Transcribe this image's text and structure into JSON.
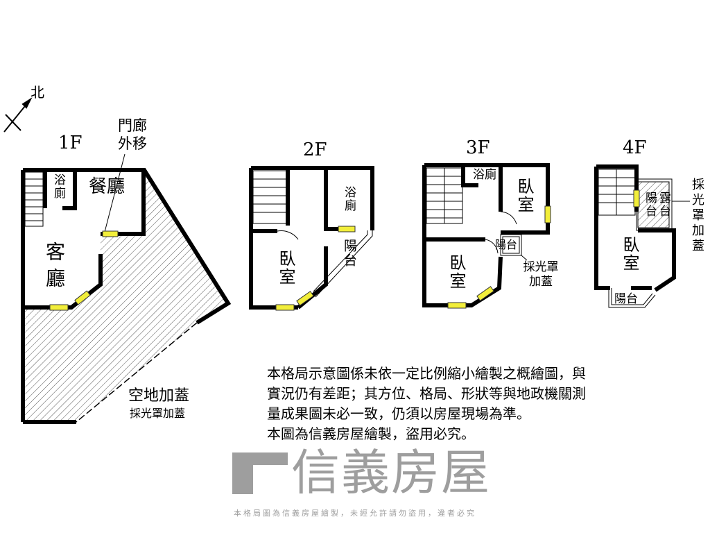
{
  "compass": {
    "north_label": "北"
  },
  "watermark": {
    "brand": "信義房屋",
    "notice": "本格局圖為信義房屋繪製，未經允許請勿盜用，違者必究"
  },
  "floors": [
    {
      "label": "1F",
      "rooms": [
        "浴廁",
        "餐廳",
        "客廳"
      ],
      "annotations": [
        "門廊外移",
        "空地加蓋",
        "採光罩加蓋"
      ]
    },
    {
      "label": "2F",
      "rooms": [
        "浴廁",
        "臥室",
        "陽台"
      ]
    },
    {
      "label": "3F",
      "rooms": [
        "浴廁",
        "臥室",
        "臥室",
        "陽台"
      ],
      "annotations": [
        "採光罩加蓋"
      ]
    },
    {
      "label": "4F",
      "rooms": [
        "陽台",
        "露台",
        "臥室",
        "陽台"
      ],
      "annotations": [
        "採光罩加蓋"
      ]
    }
  ],
  "notes": [
    "本格局示意圖係未依一定比例縮小繪製之概繪圖，與",
    "實況仍有差距；其方位、格局、形狀等與地政機關測",
    "量成果圖未必一致，仍須以房屋現場為準。",
    "本圖為信義房屋繪製，盜用必究。"
  ],
  "colors": {
    "wall": "#000000",
    "window": "#f2ee3a",
    "watermark": "#8a8a8a"
  }
}
